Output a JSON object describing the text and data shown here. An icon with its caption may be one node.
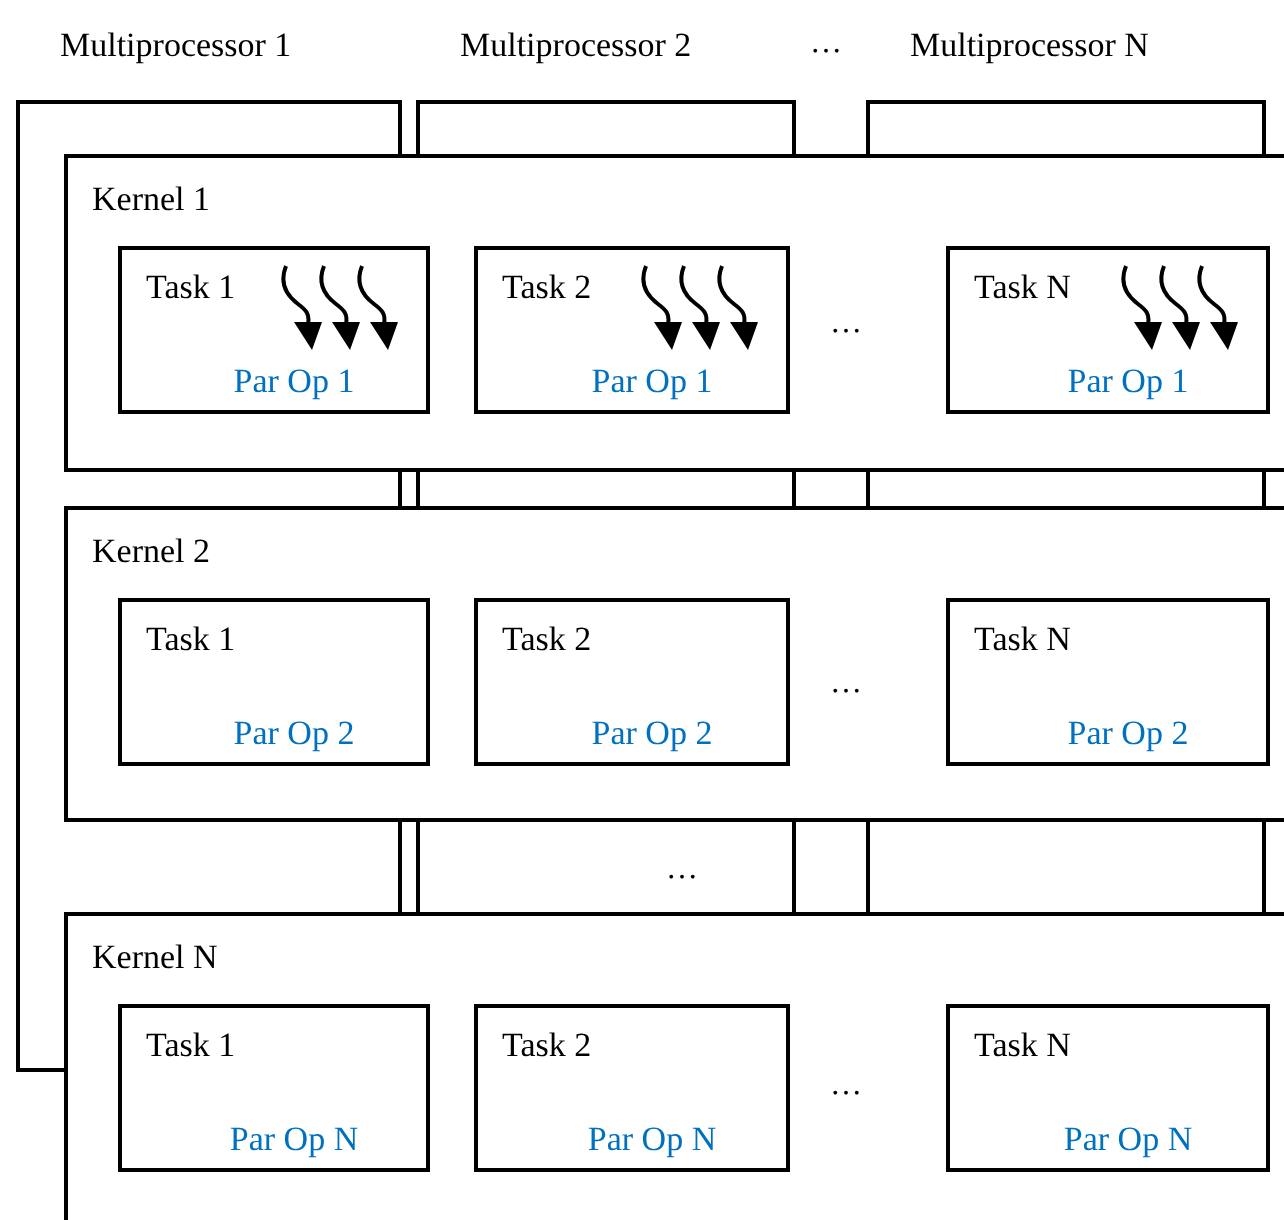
{
  "diagram": {
    "nodes": [
      {
        "text": [
          "Multiprocessor 1"
        ]
      },
      {
        "text": [
          "Multiprocessor 2"
        ]
      },
      {
        "text": [
          "Multiprocessor N"
        ]
      },
      {
        "text": [
          "Kernel 1"
        ]
      },
      {
        "text": [
          "Task 1",
          "Par Op 1"
        ],
        "in": 3
      },
      {
        "text": [
          "Task 2",
          "Par Op 1"
        ],
        "in": 3
      },
      {
        "text": [
          "Task N",
          "Par Op 1"
        ],
        "in": 3
      },
      {
        "text": [
          "Kernel 2"
        ]
      },
      {
        "text": [
          "Task 1",
          "Par Op 2"
        ],
        "in": 7
      },
      {
        "text": [
          "Task 2",
          "Par Op 2"
        ],
        "in": 7
      },
      {
        "text": [
          "Task N",
          "Par Op 2"
        ],
        "in": 7
      },
      {
        "text": [
          "Kernel N"
        ]
      },
      {
        "text": [
          "Task 1",
          "Par Op N"
        ],
        "in": 11
      },
      {
        "text": [
          "Task 2",
          "Par Op N"
        ],
        "in": 11
      },
      {
        "text": [
          "Task N",
          "Par Op N"
        ],
        "in": 11
      }
    ],
    "labels": [
      "…",
      "…",
      "…",
      "…",
      "…"
    ]
  }
}
